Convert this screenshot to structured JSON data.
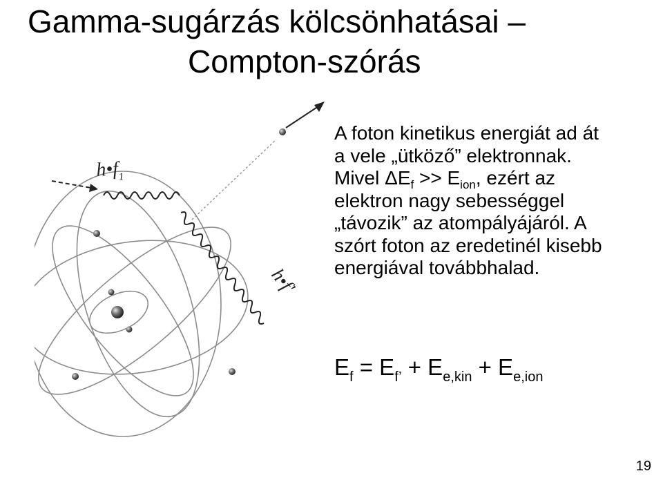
{
  "slide": {
    "title_line1": "Gamma-sugárzás kölcsönhatásai –",
    "title_line2": "Compton-szórás",
    "diagram": {
      "incoming_photon_label": "h•f",
      "incoming_photon_sub": "1",
      "scattered_photon_label": "h•f'"
    },
    "body": {
      "line1": "A foton kinetikus energiát ad át",
      "line2": "a vele „ütköző” elektronnak.",
      "line3_prefix": "Mivel ΔE",
      "line3_sub1": "f",
      "line3_mid": " >> E",
      "line3_sub2": "ion",
      "line3_suffix": ", ezért az",
      "line4": "elektron nagy sebességgel",
      "line5": "„távozik” az atompályájáról. A",
      "line6": "szórt foton az eredetinél kisebb",
      "line7": "energiával továbbhalad."
    },
    "formula": {
      "E1": "E",
      "E1_sub": "f",
      "eq": " = E",
      "E2_sub": "f’",
      "plus1": " + E",
      "E3_sub": "e,kin",
      "plus2": " + E",
      "E4_sub": "e,ion"
    },
    "page_number": "19"
  }
}
